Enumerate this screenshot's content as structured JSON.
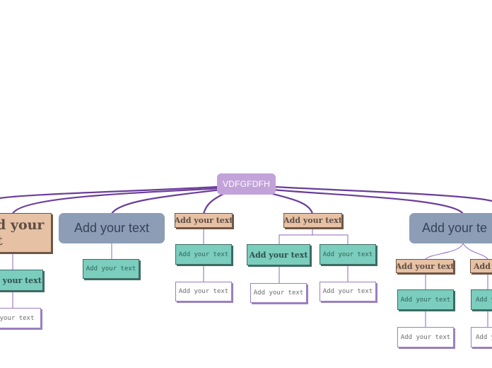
{
  "root": {
    "label": "VDFGFDFH"
  },
  "branches": [
    {
      "label": "Add your text",
      "label_line1": "d your",
      "label_line2": "t",
      "style": "peach-large",
      "children": [
        {
          "label": "d your text",
          "style": "teal-bold"
        },
        {
          "label": "your text",
          "style": "white"
        }
      ]
    },
    {
      "label": "Add your text",
      "style": "slate",
      "children": [
        {
          "label": "Add your text",
          "style": "teal"
        }
      ]
    },
    {
      "label": "Add your text",
      "style": "peach",
      "children": [
        {
          "label": "Add your text",
          "style": "teal"
        },
        {
          "label": "Add your text",
          "style": "white"
        }
      ]
    },
    {
      "label": "Add your text",
      "style": "peach",
      "children": [
        {
          "label": "Add your text",
          "style": "teal-bold",
          "children": [
            {
              "label": "Add your text",
              "style": "white"
            }
          ]
        },
        {
          "label": "Add your text",
          "style": "teal",
          "children": [
            {
              "label": "Add your text",
              "style": "white"
            }
          ]
        }
      ]
    },
    {
      "label": "Add your te",
      "style": "slate",
      "children": [
        {
          "label": "Add your text",
          "style": "peach",
          "children": [
            {
              "label": "Add your text",
              "style": "teal"
            },
            {
              "label": "Add your text",
              "style": "white"
            }
          ]
        },
        {
          "label": "Add y",
          "style": "peach",
          "children": [
            {
              "label": "Add y",
              "style": "teal"
            },
            {
              "label": "Add y",
              "style": "white"
            }
          ]
        }
      ]
    }
  ],
  "colors": {
    "connector": "#6a3d9a",
    "root_fill": "#c2a3d9",
    "peach_fill": "#e6c1a4",
    "slate_fill": "#8d9db5",
    "teal_fill": "#7bcdbe",
    "white_border": "#9a7fc2"
  }
}
